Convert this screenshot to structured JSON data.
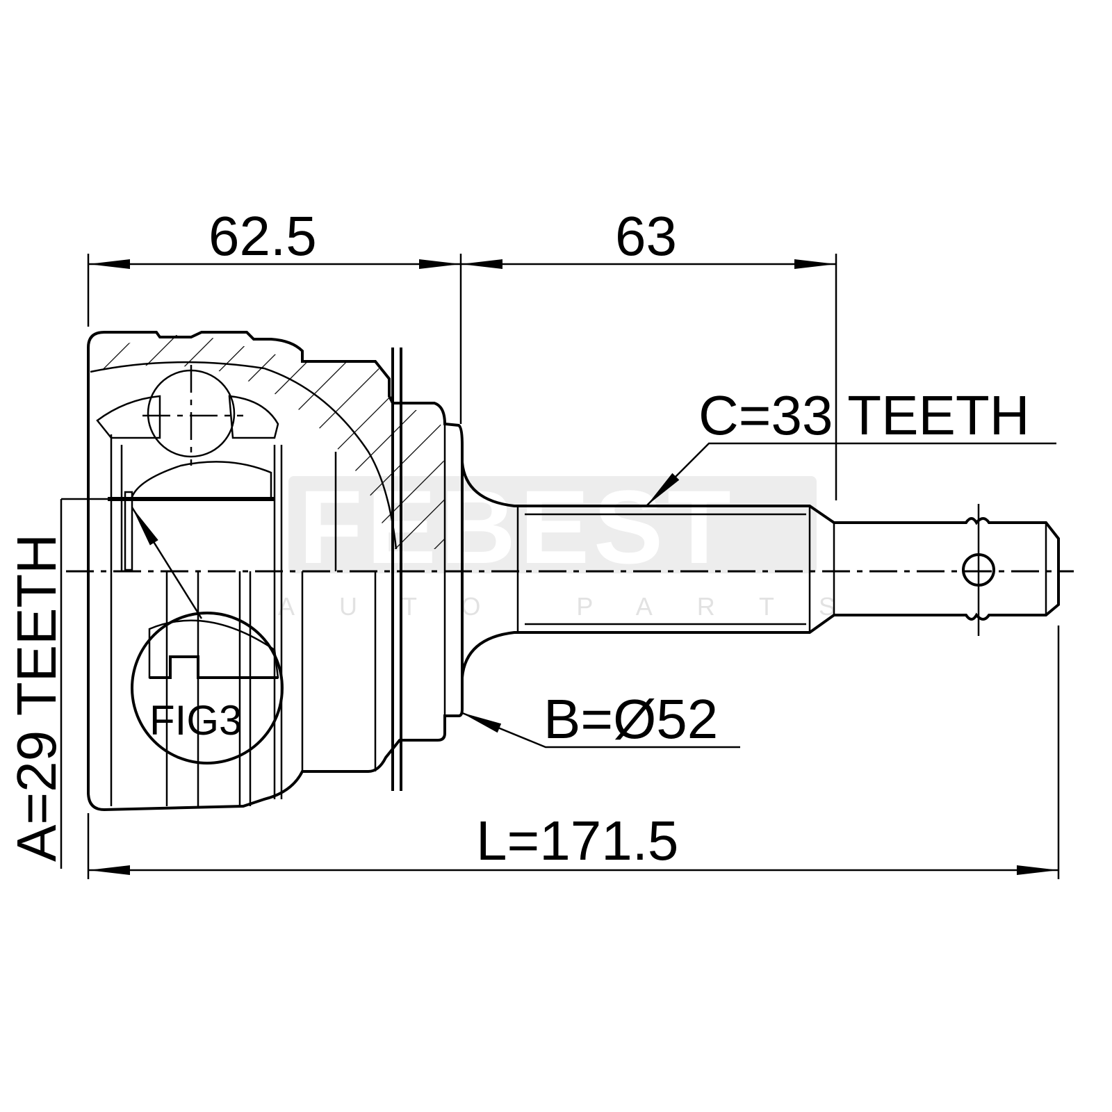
{
  "dimensions": {
    "housing_length": "62.5",
    "shaft_length": "63",
    "spline_c": "C=33 TEETH",
    "diameter_b": "B=Ø52",
    "total_length": "L=171.5",
    "spline_a": "A=29 TEETH"
  },
  "detail_label": "FIG3",
  "watermark": {
    "brand": "FEBEST",
    "sub": "AUTO PARTS"
  }
}
